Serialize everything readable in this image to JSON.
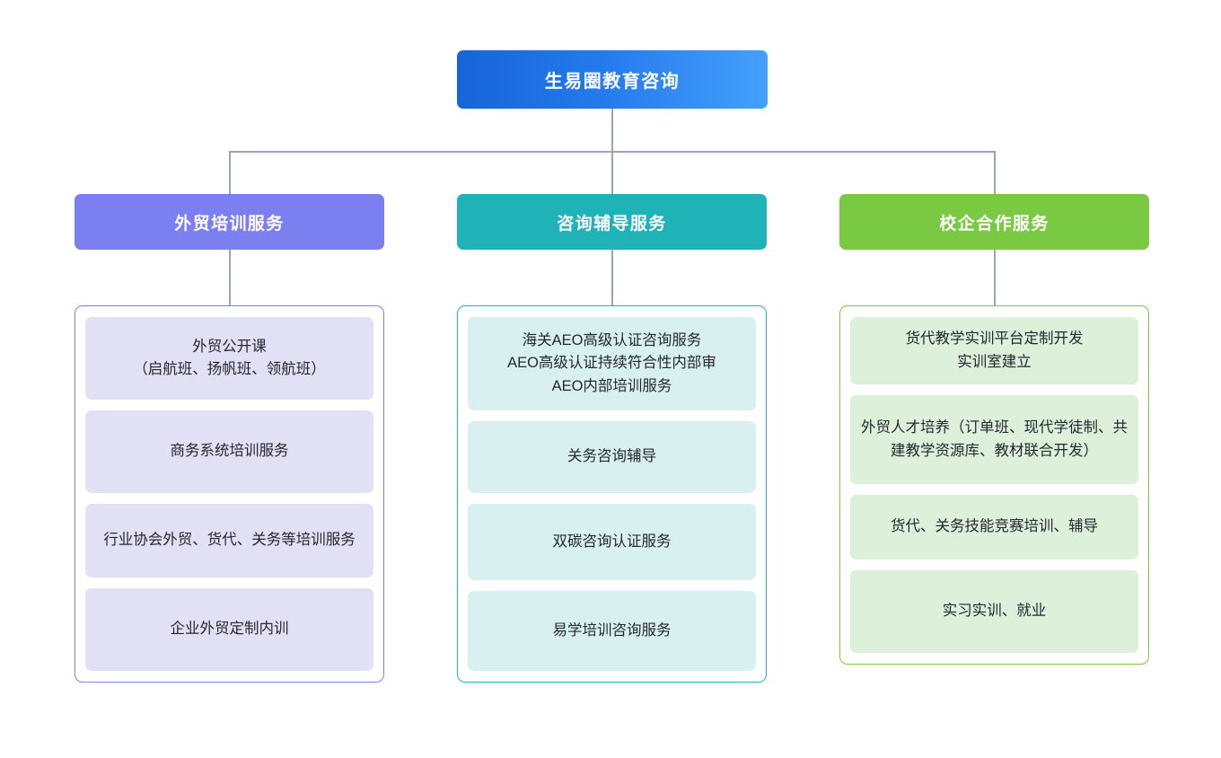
{
  "diagram": {
    "type": "organization-tree",
    "root": {
      "label": "生易圈教育咨询",
      "gradient_from": "#1765d8",
      "gradient_to": "#44a0fb",
      "text_color": "#ffffff"
    },
    "connector_color": "#9aa5b1",
    "branches": [
      {
        "label": "外贸培训服务",
        "accent_color": "#7b7ff0",
        "leaf_fill": "#e2e0f5",
        "items": [
          {
            "label": "外贸公开课\n（启航班、扬帆班、领航班）",
            "lines": 2
          },
          {
            "label": "商务系统培训服务",
            "lines": 1
          },
          {
            "label": "行业协会外贸、货代、关务等培训服务",
            "lines": 2
          },
          {
            "label": "企业外贸定制内训",
            "lines": 1
          }
        ]
      },
      {
        "label": "咨询辅导服务",
        "accent_color": "#1fb3b8",
        "leaf_fill": "#d9f0f0",
        "items": [
          {
            "label": "海关AEO高级认证咨询服务\nAEO高级认证持续符合性内部审\nAEO内部培训服务",
            "lines": 3
          },
          {
            "label": "关务咨询辅导",
            "lines": 1
          },
          {
            "label": "双碳咨询认证服务",
            "lines": 1
          },
          {
            "label": "易学培训咨询服务",
            "lines": 1
          }
        ]
      },
      {
        "label": "校企合作服务",
        "accent_color": "#7ac943",
        "leaf_fill": "#dcf0da",
        "items": [
          {
            "label": "货代教学实训平台定制开发\n实训室建立",
            "lines": 2
          },
          {
            "label": "外贸人才培养（订单班、现代学徒制、共建教学资源库、教材联合开发）",
            "lines": 3
          },
          {
            "label": "货代、关务技能竞赛培训、辅导",
            "lines": 1
          },
          {
            "label": "实习实训、就业",
            "lines": 1
          }
        ]
      }
    ]
  }
}
